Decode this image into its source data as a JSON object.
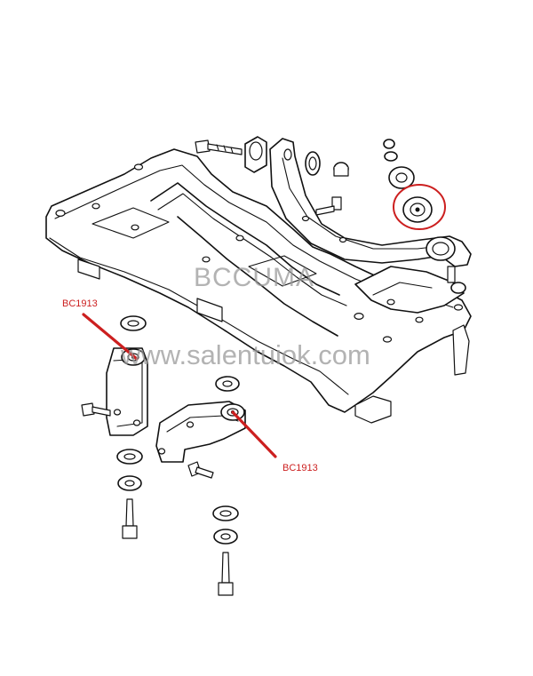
{
  "watermarks": {
    "brand": "BCCUMA",
    "site": "www.salentuiok.com"
  },
  "callouts": [
    {
      "label": "BC1913"
    },
    {
      "label": "BC1913"
    }
  ],
  "colors": {
    "callout": "#cc1f1f",
    "line": "#111111",
    "watermark": "#9a9a9a"
  }
}
